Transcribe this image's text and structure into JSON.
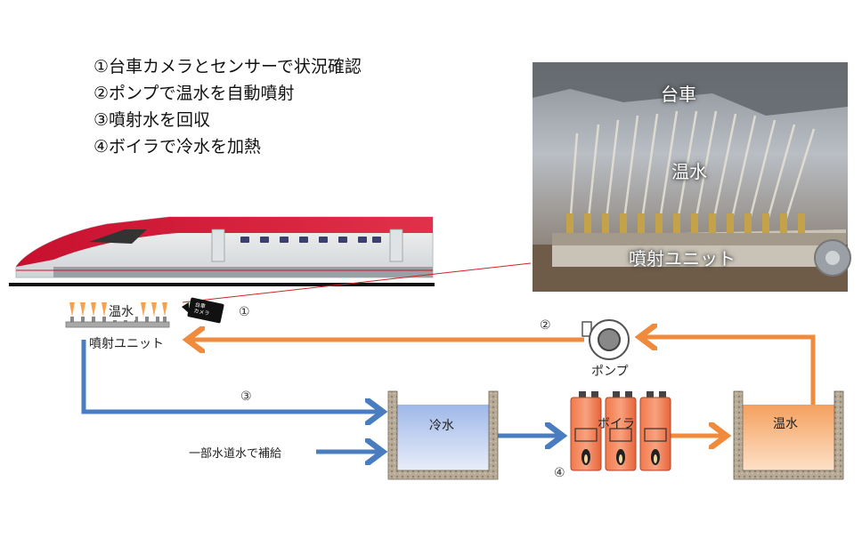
{
  "steps": [
    "①台車カメラとセンサーで状況確認",
    "②ポンプで温水を自動噴射",
    "③噴射水を回収",
    "④ボイラで冷水を加熱"
  ],
  "photo": {
    "label_bogie": "台車",
    "label_hotwater": "温水",
    "label_unit": "噴射ユニット"
  },
  "diagram": {
    "spray_label": "温水",
    "unit_label": "噴射ユニット",
    "camera_label": "台車\nカメラ",
    "num1": "①",
    "num2": "②",
    "num3": "③",
    "num4": "④",
    "pump_label": "ポンプ",
    "cold_label": "冷水",
    "boiler_label": "ボイラ",
    "hot_label": "温水",
    "supply_label": "一部水道水で補給"
  },
  "colors": {
    "orange": "#f08a3c",
    "blue": "#4a7cc0",
    "red_frame": "#d22222"
  }
}
